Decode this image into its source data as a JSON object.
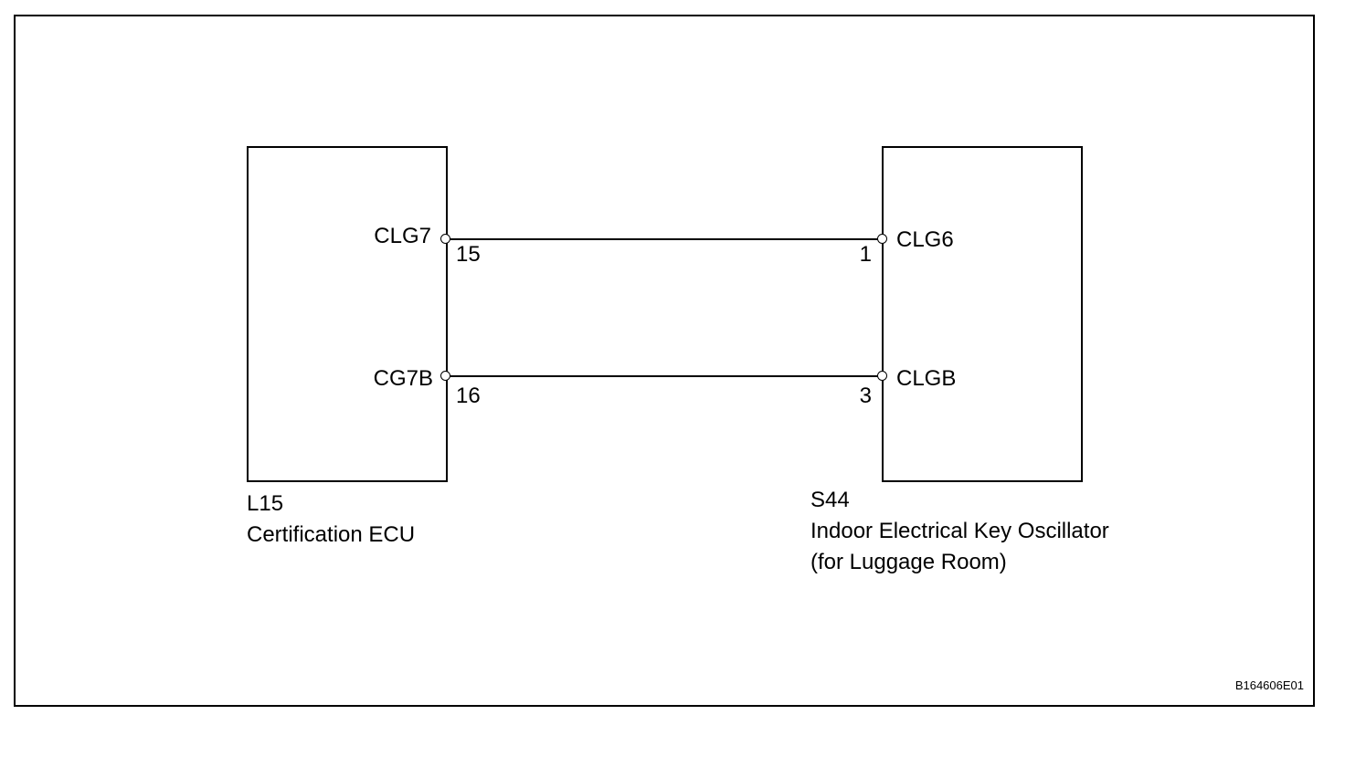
{
  "left_component": {
    "id": "L15",
    "name": "Certification ECU",
    "pins": [
      {
        "name": "CLG7",
        "number": "15"
      },
      {
        "name": "CG7B",
        "number": "16"
      }
    ]
  },
  "right_component": {
    "id": "S44",
    "name_line1": "Indoor Electrical Key Oscillator",
    "name_line2": "(for Luggage Room)",
    "pins": [
      {
        "name": "CLG6",
        "number": "1"
      },
      {
        "name": "CLGB",
        "number": "3"
      }
    ]
  },
  "figure_ref": "B164606E01"
}
